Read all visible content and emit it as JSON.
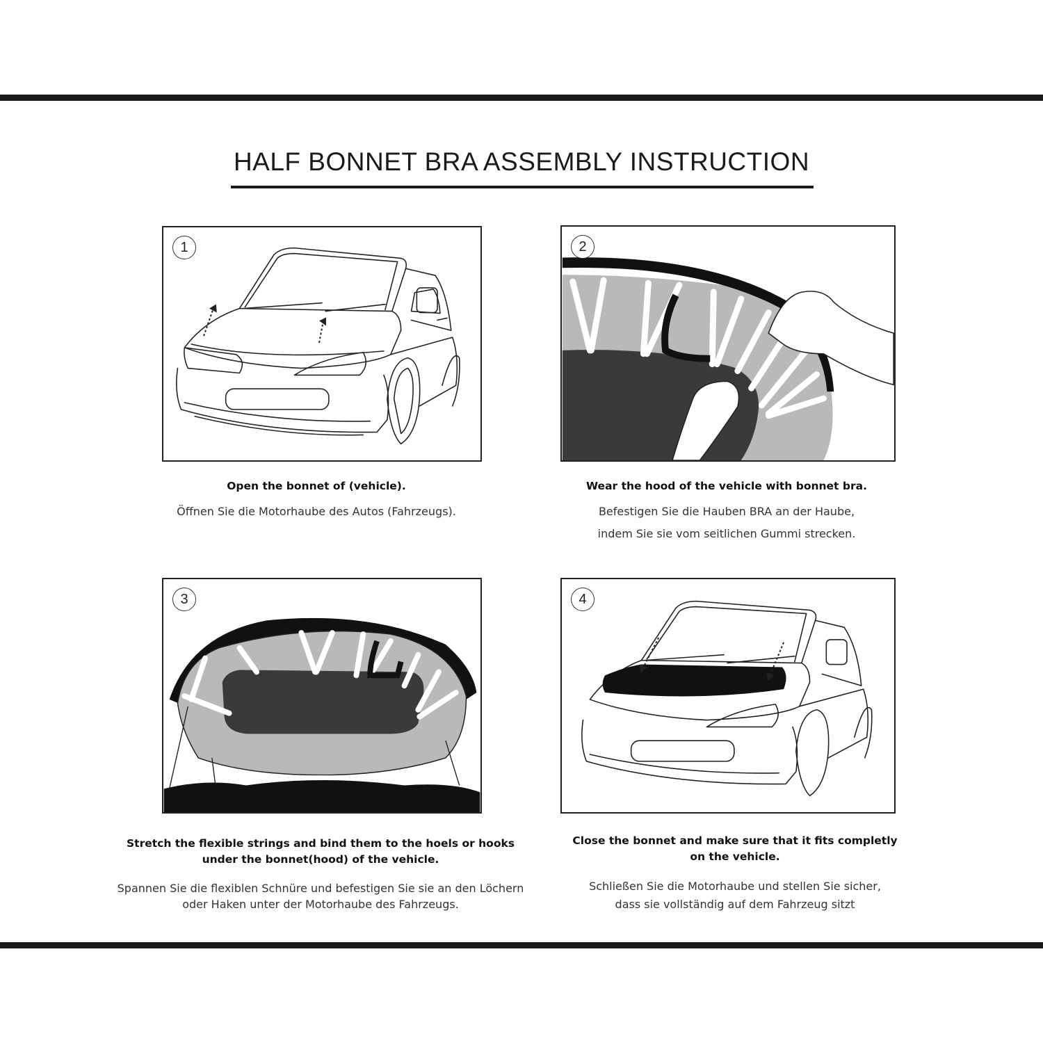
{
  "document": {
    "title": "HALF BONNET BRA ASSEMBLY INSTRUCTION"
  },
  "steps": [
    {
      "number": "1",
      "en": "Open the bonnet of (vehicle).",
      "de": "Öffnen Sie die Motorhaube des Autos (Fahrzeugs)."
    },
    {
      "number": "2",
      "en": "Wear the hood of the vehicle with bonnet bra.",
      "de": "Befestigen Sie die Hauben BRA an der Haube,\nindem Sie sie vom seitlichen Gummi strecken."
    },
    {
      "number": "3",
      "en": "Stretch the flexible strings and bind them to the hoels or hooks\nunder the bonnet(hood) of the vehicle.",
      "de": "Spannen Sie die flexiblen Schnüre und befestigen Sie sie an den Löchern\noder Haken unter der Motorhaube des Fahrzeugs."
    },
    {
      "number": "4",
      "en": "Close the bonnet and make sure that it fits completly\non the vehicle.",
      "de": "Schließen Sie die Motorhaube und stellen Sie sicher,\ndass sie vollständig auf dem Fahrzeug sitzt"
    }
  ],
  "colors": {
    "rule": "#1a1a1a",
    "hood_underside": "#b9b9b9",
    "insulation_pad": "#3a3a3a",
    "bra_black": "#111111"
  }
}
